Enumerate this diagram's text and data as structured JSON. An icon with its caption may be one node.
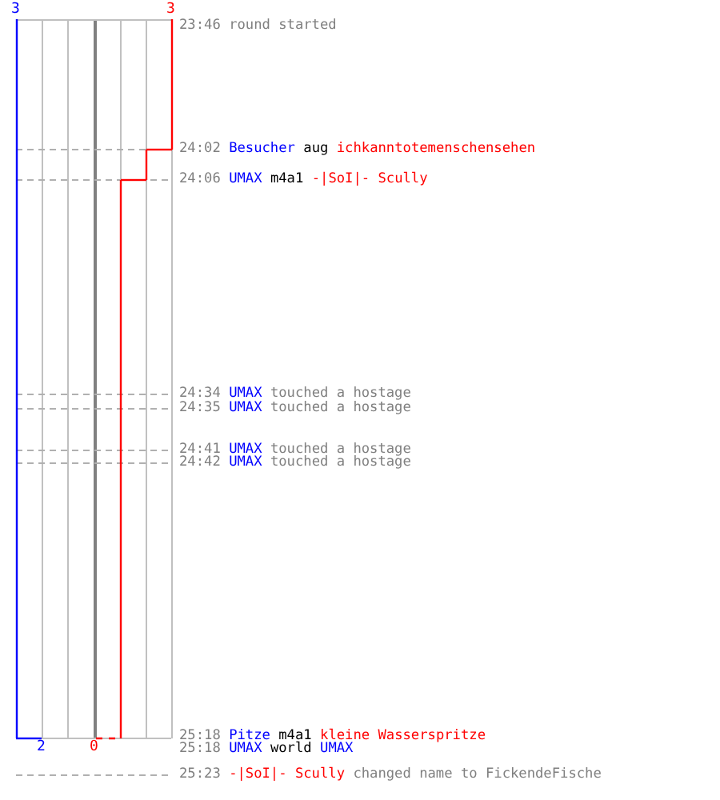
{
  "diagram": {
    "labels": [
      "3",
      "3",
      "23:46",
      "round started",
      "24:02",
      "Besucher",
      "aug",
      "ichkanntotemenschensehen",
      "24:06",
      "UMAX",
      "m4a1",
      "-|SoI|- Scully",
      "24:34",
      "UMAX",
      "touched a hostage",
      "24:35",
      "UMAX",
      "touched a hostage",
      "24:41",
      "UMAX",
      "touched a hostage",
      "24:42",
      "UMAX",
      "touched a hostage",
      "25:18",
      "Pitze",
      "m4a1",
      "kleine Wasserspritze",
      "25:18",
      "UMAX",
      "world",
      "UMAX",
      "25:23",
      "-|SoI|- Scully",
      "changed name to FickendeFische",
      "2",
      "0"
    ]
  }
}
